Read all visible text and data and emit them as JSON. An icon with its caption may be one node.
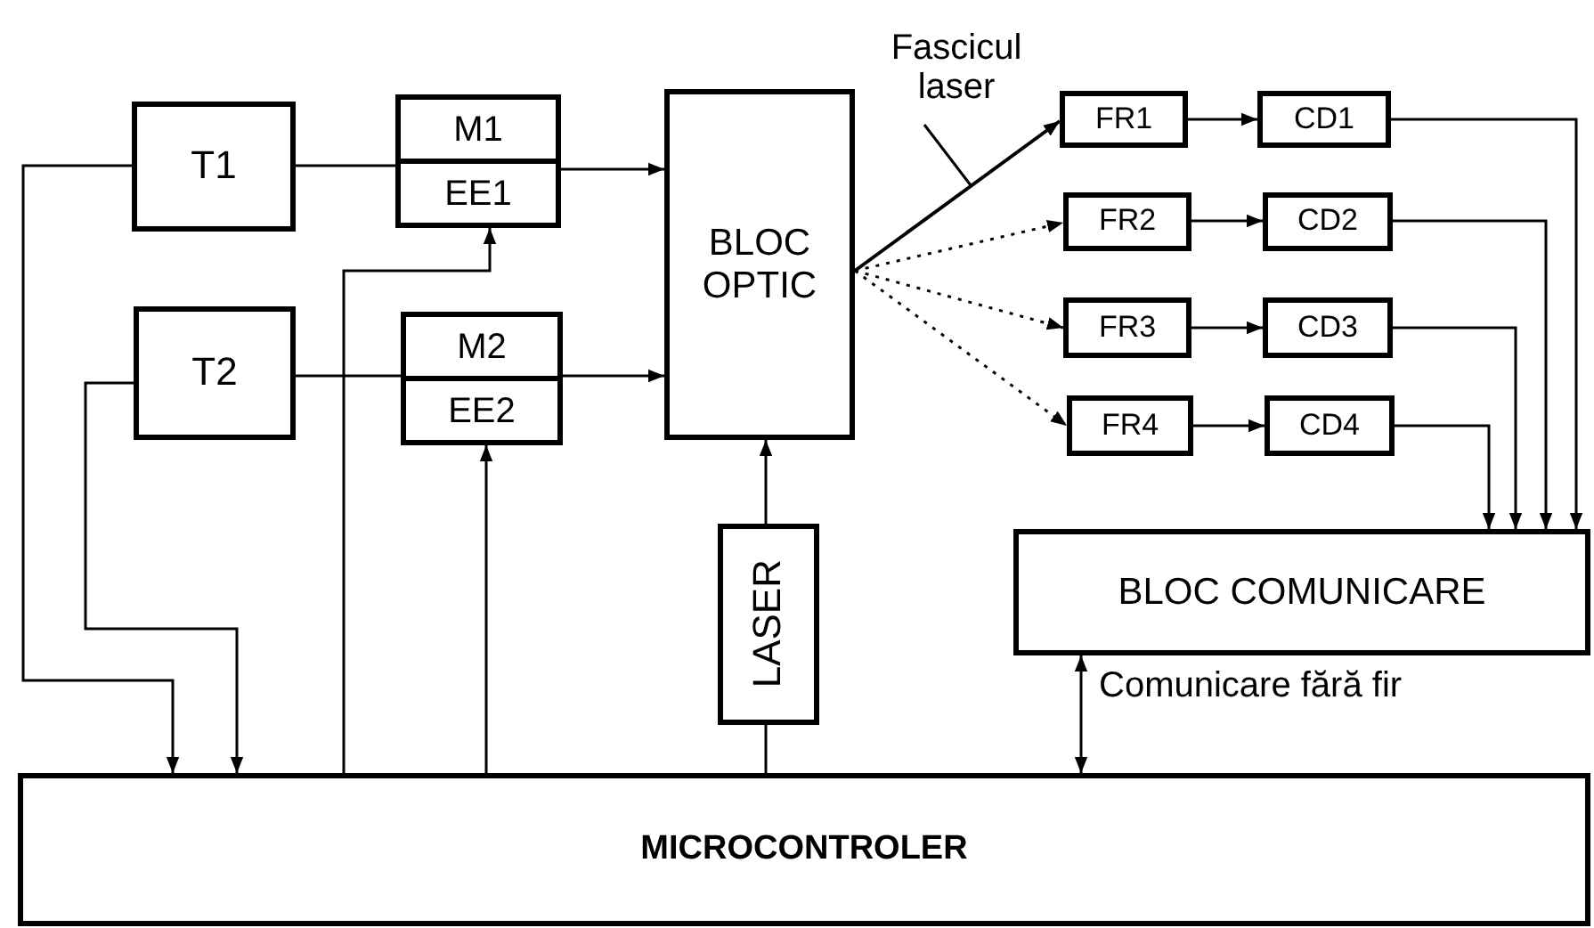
{
  "diagram": {
    "nodes": [
      {
        "text": [
          "T1"
        ]
      },
      {
        "text": [
          "M1",
          "EE1"
        ]
      },
      {
        "text": [
          "T2"
        ]
      },
      {
        "text": [
          "M2",
          "EE2"
        ]
      },
      {
        "text": [
          "BLOC OPTIC"
        ]
      },
      {
        "text": [
          "FR1"
        ]
      },
      {
        "text": [
          "CD1"
        ]
      },
      {
        "text": [
          "FR2"
        ]
      },
      {
        "text": [
          "CD2"
        ]
      },
      {
        "text": [
          "FR3"
        ]
      },
      {
        "text": [
          "CD3"
        ]
      },
      {
        "text": [
          "FR4"
        ]
      },
      {
        "text": [
          "CD4"
        ]
      },
      {
        "text": [
          "LASER"
        ]
      },
      {
        "text": [
          "BLOC COMUNICARE"
        ]
      },
      {
        "text": [
          "MICROCONTROLER"
        ]
      },
      {
        "text": [
          "Fascicul laser"
        ]
      }
    ],
    "edges": [
      {
        "from": 0,
        "to": 1,
        "arrow": "none"
      },
      {
        "from": 1,
        "to": 4,
        "arrow": "to"
      },
      {
        "from": 2,
        "to": 3,
        "arrow": "none"
      },
      {
        "from": 3,
        "to": 4,
        "arrow": "to"
      },
      {
        "from": 0,
        "to": 15,
        "arrow": "to"
      },
      {
        "from": 2,
        "to": 15,
        "arrow": "to"
      },
      {
        "from": 15,
        "to": 1,
        "arrow": "to"
      },
      {
        "from": 15,
        "to": 3,
        "arrow": "to"
      },
      {
        "from": 15,
        "to": 13,
        "arrow": "none"
      },
      {
        "from": 13,
        "to": 4,
        "arrow": "to"
      },
      {
        "from": 4,
        "to": 5,
        "arrow": "to"
      },
      {
        "from": 4,
        "to": 7,
        "arrow": "to",
        "style": "dashed"
      },
      {
        "from": 4,
        "to": 9,
        "arrow": "to",
        "style": "dashed"
      },
      {
        "from": 4,
        "to": 11,
        "arrow": "to",
        "style": "dashed"
      },
      {
        "from": 5,
        "to": 6,
        "arrow": "to"
      },
      {
        "from": 7,
        "to": 8,
        "arrow": "to"
      },
      {
        "from": 9,
        "to": 10,
        "arrow": "to"
      },
      {
        "from": 11,
        "to": 12,
        "arrow": "to"
      },
      {
        "from": 6,
        "to": 14,
        "arrow": "to"
      },
      {
        "from": 8,
        "to": 14,
        "arrow": "to"
      },
      {
        "from": 10,
        "to": 14,
        "arrow": "to"
      },
      {
        "from": 12,
        "to": 14,
        "arrow": "to"
      },
      {
        "from": 14,
        "to": 15,
        "arrow": "both",
        "label": "Comunicare fără fir"
      },
      {
        "from": 16,
        "to": null,
        "arrow": "none"
      }
    ]
  }
}
